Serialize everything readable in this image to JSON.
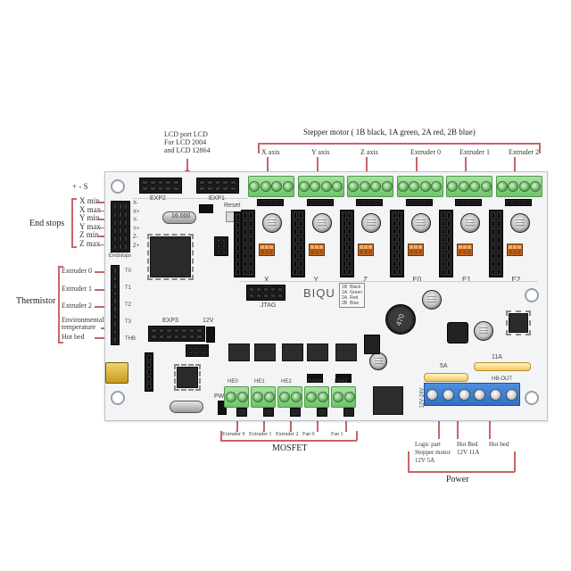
{
  "title_annotations": {
    "lcd": [
      "LCD port LCD",
      "For LCD 2004",
      "and LCD 12864"
    ],
    "stepper": "Stepper motor ( 1B black, 1A green, 2A red, 2B blue)",
    "stepper_axes": [
      "X axis",
      "Y axis",
      "Z axis",
      "Extruder 0",
      "Extruder 1",
      "Extruder 2"
    ]
  },
  "endstops": {
    "polarity": "+ - S",
    "group_label": "End stops",
    "items": [
      "X min",
      "X max",
      "Y min",
      "Y max",
      "Z min",
      "Z max"
    ],
    "silk": [
      "X-",
      "X+",
      "Y-",
      "Y+",
      "Z-",
      "Z+"
    ],
    "silk_title": "Endstops"
  },
  "thermistor": {
    "group_label": "Thermistor",
    "items": [
      "Extruder 0",
      "Extruder 1",
      "Extruder 2",
      "Environmental temperature",
      "Hot bed"
    ],
    "silk": [
      "T0",
      "T1",
      "T2",
      "T3",
      "THB"
    ]
  },
  "mosfet": {
    "group_label": "MOSFET",
    "items": [
      "Extruder 0",
      "Extruder 1",
      "Extruder 2",
      "Fan 0",
      "Fan 1"
    ],
    "silk": [
      "HE0",
      "HE1",
      "HE2",
      "FAN0",
      "FAN1"
    ]
  },
  "power": {
    "group_label": "Power",
    "items": [
      {
        "lines": [
          "Logic part",
          "Stepper motor",
          "12V 5A"
        ]
      },
      {
        "lines": [
          "Hot Bed",
          "12V 11A"
        ]
      },
      {
        "lines": [
          "Hot bed"
        ]
      }
    ],
    "fuse_labels": [
      "5A",
      "11A"
    ],
    "silk": [
      "12V-24V",
      "HB-OUT"
    ]
  },
  "board": {
    "brand": "BIQU",
    "stepper_silk": [
      "X",
      "Y",
      "Z",
      "E0",
      "E1",
      "E2"
    ],
    "exp_labels": [
      "EXP2",
      "EXP1"
    ],
    "reset_label": "Reset",
    "jtag_label": "JTAG",
    "exp3_label": "EXP3",
    "crystal_label": "16.000",
    "inductor_label": "470",
    "wire_legend": [
      [
        "1B",
        "Black"
      ],
      [
        "1A",
        "Green"
      ],
      [
        "2A",
        "Red"
      ],
      [
        "2B",
        "Blue"
      ]
    ],
    "v12_label": "12V",
    "pwr_label": "PWR"
  }
}
